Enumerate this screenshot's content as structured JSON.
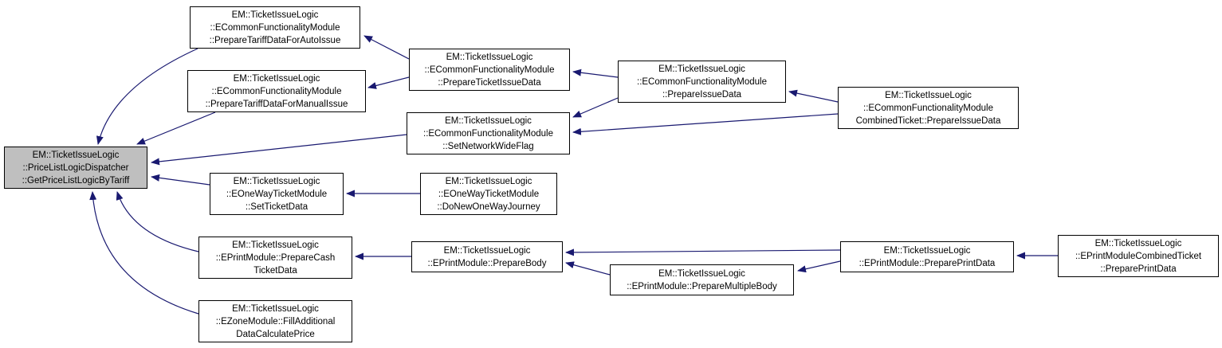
{
  "diagram": {
    "type": "call-graph",
    "colors": {
      "edge": "#191970",
      "node_border": "#000000",
      "node_fill": "#ffffff",
      "highlight_fill": "#bfbfbf",
      "text": "#000000",
      "background": "#ffffff"
    },
    "nodes": [
      {
        "id": "get-price-list-logic-by-tariff",
        "highlighted": true,
        "lines": [
          "EM::TicketIssueLogic",
          "::PriceListLogicDispatcher",
          "::GetPriceListLogicByTariff"
        ]
      },
      {
        "id": "prepare-tariff-data-for-auto-issue",
        "highlighted": false,
        "lines": [
          "EM::TicketIssueLogic",
          "::ECommonFunctionalityModule",
          "::PrepareTariffDataForAutoIssue"
        ]
      },
      {
        "id": "prepare-tariff-data-for-manual-issue",
        "highlighted": false,
        "lines": [
          "EM::TicketIssueLogic",
          "::ECommonFunctionalityModule",
          "::PrepareTariffDataForManualIssue"
        ]
      },
      {
        "id": "prepare-ticket-issue-data",
        "highlighted": false,
        "lines": [
          "EM::TicketIssueLogic",
          "::ECommonFunctionalityModule",
          "::PrepareTicketIssueData"
        ]
      },
      {
        "id": "set-network-wide-flag",
        "highlighted": false,
        "lines": [
          "EM::TicketIssueLogic",
          "::ECommonFunctionalityModule",
          "::SetNetworkWideFlag"
        ]
      },
      {
        "id": "prepare-issue-data",
        "highlighted": false,
        "lines": [
          "EM::TicketIssueLogic",
          "::ECommonFunctionalityModule",
          "::PrepareIssueData"
        ]
      },
      {
        "id": "combined-ticket-prepare-issue-data",
        "highlighted": false,
        "lines": [
          "EM::TicketIssueLogic",
          "::ECommonFunctionalityModule",
          "CombinedTicket::PrepareIssueData"
        ]
      },
      {
        "id": "set-ticket-data",
        "highlighted": false,
        "lines": [
          "EM::TicketIssueLogic",
          "::EOneWayTicketModule",
          "::SetTicketData"
        ]
      },
      {
        "id": "do-new-one-way-journey",
        "highlighted": false,
        "lines": [
          "EM::TicketIssueLogic",
          "::EOneWayTicketModule",
          "::DoNewOneWayJourney"
        ]
      },
      {
        "id": "prepare-cash-ticket-data",
        "highlighted": false,
        "lines": [
          "EM::TicketIssueLogic",
          "::EPrintModule::PrepareCash",
          "TicketData"
        ]
      },
      {
        "id": "fill-additional-data-calculate-price",
        "highlighted": false,
        "lines": [
          "EM::TicketIssueLogic",
          "::EZoneModule::FillAdditional",
          "DataCalculatePrice"
        ]
      },
      {
        "id": "prepare-body",
        "highlighted": false,
        "lines": [
          "EM::TicketIssueLogic",
          "::EPrintModule::PrepareBody"
        ]
      },
      {
        "id": "prepare-multiple-body",
        "highlighted": false,
        "lines": [
          "EM::TicketIssueLogic",
          "::EPrintModule::PrepareMultipleBody"
        ]
      },
      {
        "id": "prepare-print-data",
        "highlighted": false,
        "lines": [
          "EM::TicketIssueLogic",
          "::EPrintModule::PreparePrintData"
        ]
      },
      {
        "id": "combined-ticket-prepare-print-data",
        "highlighted": false,
        "lines": [
          "EM::TicketIssueLogic",
          "::EPrintModuleCombinedTicket",
          "::PreparePrintData"
        ]
      }
    ],
    "edges": [
      {
        "from": "prepare-tariff-data-for-auto-issue",
        "to": "get-price-list-logic-by-tariff"
      },
      {
        "from": "prepare-tariff-data-for-manual-issue",
        "to": "get-price-list-logic-by-tariff"
      },
      {
        "from": "set-network-wide-flag",
        "to": "get-price-list-logic-by-tariff"
      },
      {
        "from": "set-ticket-data",
        "to": "get-price-list-logic-by-tariff"
      },
      {
        "from": "prepare-cash-ticket-data",
        "to": "get-price-list-logic-by-tariff"
      },
      {
        "from": "fill-additional-data-calculate-price",
        "to": "get-price-list-logic-by-tariff"
      },
      {
        "from": "prepare-ticket-issue-data",
        "to": "prepare-tariff-data-for-auto-issue"
      },
      {
        "from": "prepare-ticket-issue-data",
        "to": "prepare-tariff-data-for-manual-issue"
      },
      {
        "from": "prepare-issue-data",
        "to": "prepare-ticket-issue-data"
      },
      {
        "from": "prepare-issue-data",
        "to": "set-network-wide-flag"
      },
      {
        "from": "combined-ticket-prepare-issue-data",
        "to": "prepare-issue-data"
      },
      {
        "from": "combined-ticket-prepare-issue-data",
        "to": "set-network-wide-flag"
      },
      {
        "from": "do-new-one-way-journey",
        "to": "set-ticket-data"
      },
      {
        "from": "prepare-body",
        "to": "prepare-cash-ticket-data"
      },
      {
        "from": "prepare-multiple-body",
        "to": "prepare-body"
      },
      {
        "from": "prepare-print-data",
        "to": "prepare-body"
      },
      {
        "from": "prepare-print-data",
        "to": "prepare-multiple-body"
      },
      {
        "from": "combined-ticket-prepare-print-data",
        "to": "prepare-print-data"
      }
    ]
  }
}
